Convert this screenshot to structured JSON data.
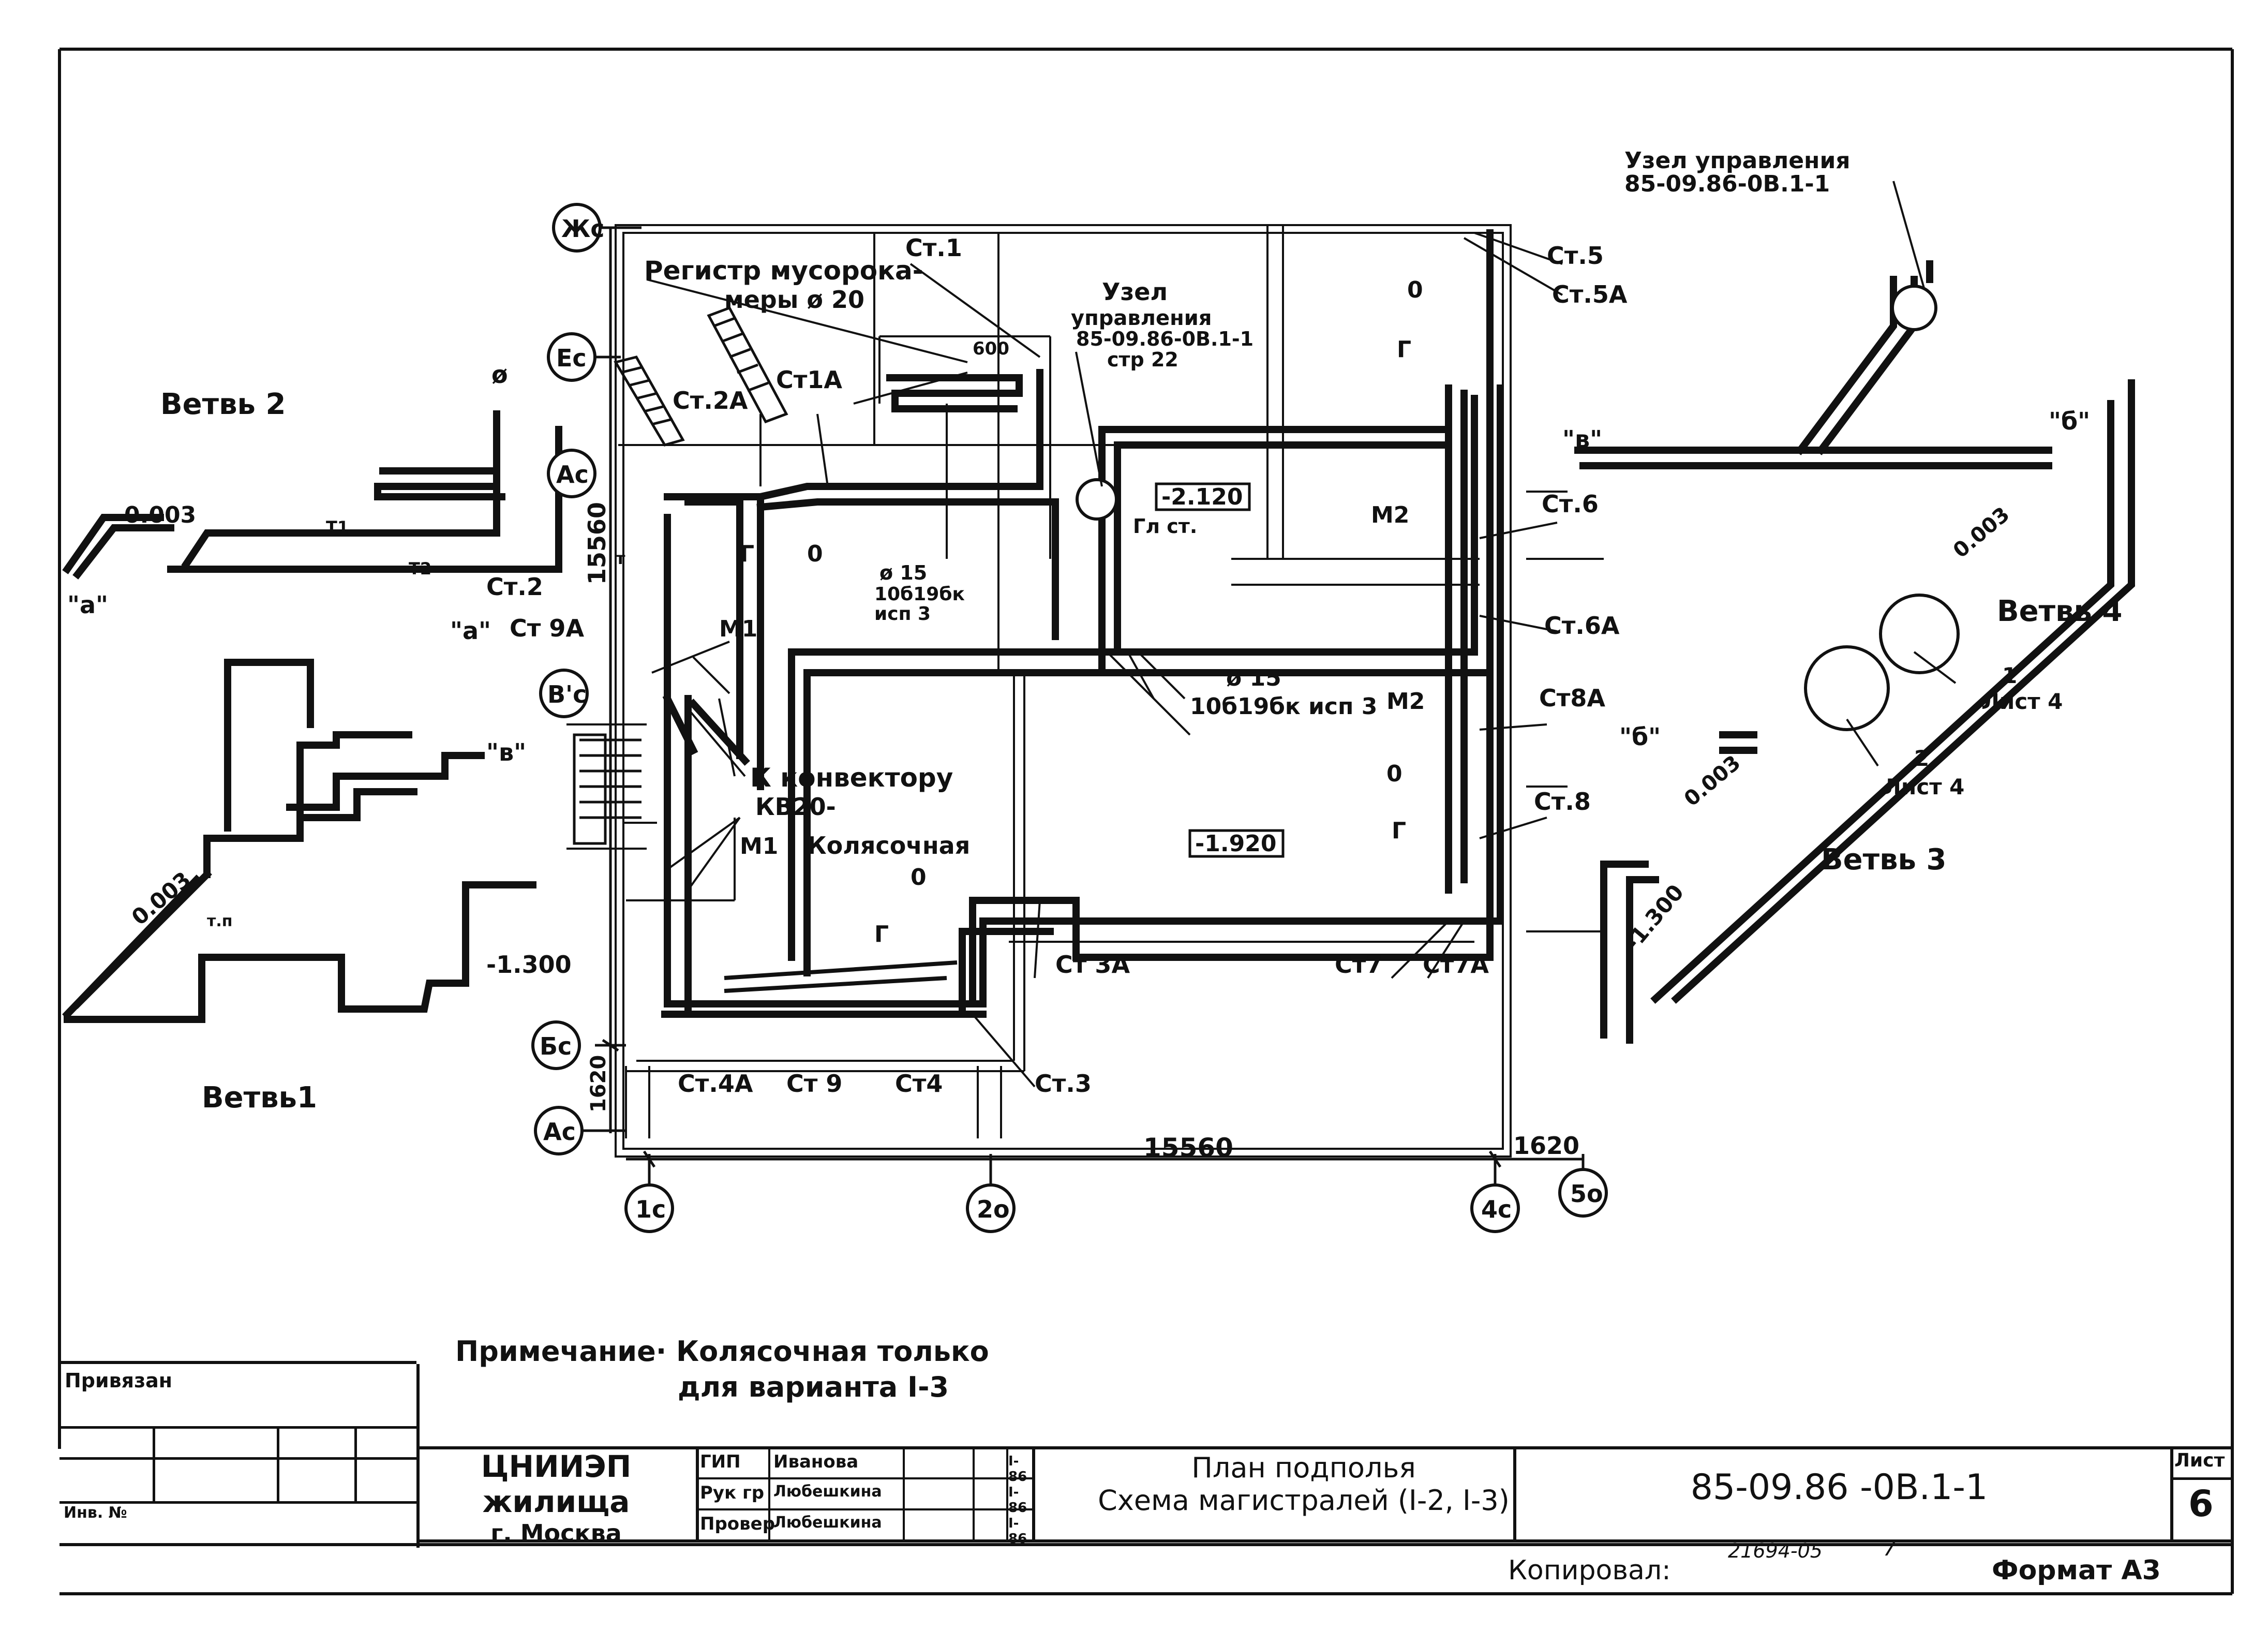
{
  "axes": {
    "zh": "Жс",
    "ye": "Ес",
    "ad": "Ас",
    "vd": "В'с",
    "bd": "Бс",
    "ab": "Ас",
    "c1": "1с",
    "c2": "2о",
    "c4": "4с",
    "c5": "5о"
  },
  "dims": {
    "bottom": "15560",
    "right": "1620",
    "left_vertical": "15560",
    "left_small": "1620"
  },
  "labels": {
    "branch2": "Ветвь 2",
    "branch1": "Ветвь1",
    "branch3": "Ветвь 3",
    "branch4": "Ветвь 4",
    "register1": "Регистр мусорока-",
    "register2": "меры ø 20",
    "node1": "Узел",
    "node2": "управления",
    "node3": "85-09.86-0В.1-1",
    "node4": "стр 22",
    "node_top1": "Узел управления",
    "node_top2": "85-09.86-0В.1-1",
    "st1": "Ст.1",
    "st1a": "Ст1А",
    "st2a": "Ст.2А",
    "st2": "Ст.2",
    "st9a": "Ст 9А",
    "st5": "Ст.5",
    "st5a": "Ст.5А",
    "st6": "Ст.6",
    "st6a": "Ст.6А",
    "st8a": "Ст8А",
    "st8": "Ст.8",
    "st7": "Ст7",
    "st7a": "Ст7А",
    "st3a": "Ст 3А",
    "st3": "Ст.3",
    "st4a": "Ст.4А",
    "st9": "Ст 9",
    "st4": "Ст4",
    "elev1": "-2.120",
    "elev2": "-1.920",
    "elev3": "-1.300",
    "elev4": "-1.300",
    "slope1": "0.003",
    "slope2": "0.003",
    "slope3": "0.003",
    "slope4": "0.003",
    "glst": "Гл ст.",
    "valve1": "ø 15",
    "valve2": "10б19бк",
    "valve3": "исп 3",
    "valve4": "ø 15",
    "valve5": "10б19бк исп 3",
    "conv1": "К конвектору",
    "conv2": "КВ20-",
    "stroller": "Колясочная",
    "m1": "М1",
    "m1b": "М1",
    "m2": "М2",
    "m2b": "М2",
    "o": "0",
    "g": "Г",
    "phi": "ø",
    "d600": "600",
    "sheet4a": "1",
    "sheet4b": "Лист 4",
    "sheet4c": "2",
    "sheet4d": "Лист 4",
    "qa": "\"а\"",
    "qb": "\"в\"",
    "qd": "\"б\"",
    "t": "т",
    "t1": "Т1",
    "t2": "Т2",
    "tp": "т.п"
  },
  "note": {
    "line1": "Примечание· Колясочная только",
    "line2": "для варианта I-3"
  },
  "titleblock": {
    "bound": "Привязан",
    "inv": "Инв. №",
    "org1": "ЦНИИЭП жилища",
    "org2": "г. Москва",
    "r1c1": "ГИП",
    "r1c2": "Иванова",
    "r1c3": "I-86",
    "r2c1": "Рук гр",
    "r2c2": "Любешкина",
    "r2c3": "I-86",
    "r3c1": "Провер",
    "r3c2": "Любешкина",
    "r3c3": "I-86",
    "title1": "План подполья",
    "title2": "Схема магистралей (I-2, I-3)",
    "code": "85-09.86 -0В.1-1",
    "sheet_lbl": "Лист",
    "sheet_no": "6",
    "copied": "Копировал:",
    "format": "Формат А3",
    "stamp": "21694-05",
    "stamp2": "7"
  }
}
